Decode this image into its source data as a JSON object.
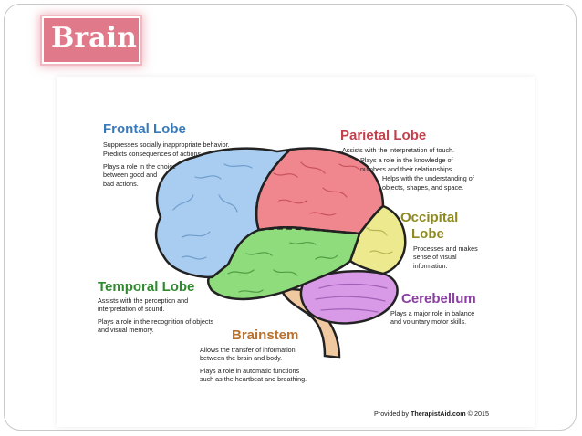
{
  "slide": {
    "title": "Brain"
  },
  "regions": {
    "frontal": {
      "name": "Frontal Lobe",
      "color": "#3a7ab9",
      "fill": "#a9cdf0",
      "facts": [
        "Suppresses socially inappropriate behavior.",
        "Predicts consequences of actions.",
        "Plays a role in the choice\nbetween good and\nbad actions."
      ]
    },
    "parietal": {
      "name": "Parietal Lobe",
      "color": "#c2404a",
      "fill": "#f0878f",
      "facts": [
        "Assists with the interpretation of touch.",
        "Plays a role in the knowledge of\nnumbers and their relationships.",
        "Helps with the understanding of\nobjects, shapes, and space."
      ]
    },
    "occipital": {
      "name_line1": "Occipital",
      "name_line2": "Lobe",
      "color": "#8f8a20",
      "fill": "#ece98f",
      "facts": [
        "Processes and makes\nsense of visual\ninformation."
      ]
    },
    "temporal": {
      "name": "Temporal Lobe",
      "color": "#2f8a2f",
      "fill": "#8edc7c",
      "facts": [
        "Assists with the perception and\ninterpretation of sound.",
        "Plays a role in the recognition of objects\nand visual memory."
      ]
    },
    "cerebellum": {
      "name": "Cerebellum",
      "color": "#8a3fa0",
      "fill": "#d89ae6",
      "facts": [
        "Plays a major role in balance\nand voluntary motor skills."
      ]
    },
    "brainstem": {
      "name": "Brainstem",
      "color": "#b8722e",
      "fill": "#f1c9a0",
      "facts": [
        "Allows the transfer of information\nbetween the brain and body.",
        "Plays a role in automatic functions\nsuch as the heartbeat and breathing."
      ]
    }
  },
  "credit": {
    "prefix": "Provided by ",
    "brand": "TherapistAid.com",
    "suffix": " © 2015"
  }
}
